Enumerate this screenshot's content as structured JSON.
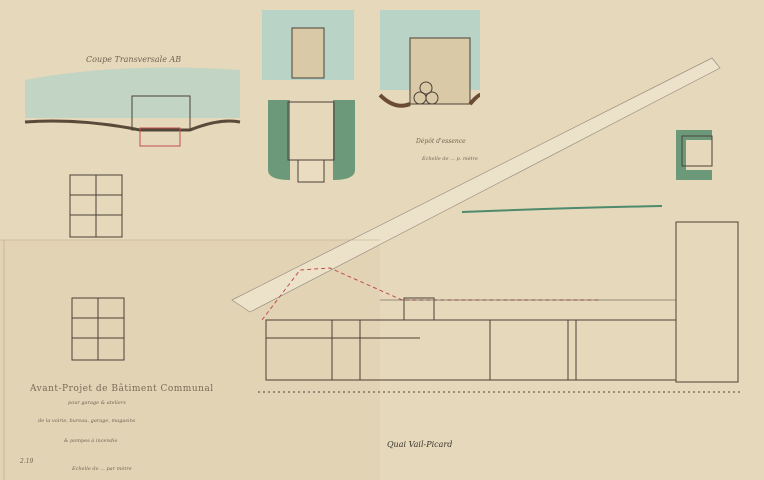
{
  "title_block": {
    "title": "Avant-Projet de Bâtiment Communal",
    "line1": "pour garage & ateliers",
    "line2": "de la voirie, bureau, garage, magasins",
    "line3": "& pompes à incendie",
    "scale": "Echelle de ... par mètre",
    "ref": "2.19"
  },
  "labels": {
    "section": "Coupe Transversale AB",
    "depot": "Dépôt d'essence",
    "depot_scale": "Echelle de ... p. mètre",
    "quay": "Quai Vail-Picard"
  },
  "colors": {
    "paper": "#e4d6b8",
    "water": "#b9d3c6",
    "ink": "#4a4238",
    "red": "#c0504d",
    "green": "#4f8a6c"
  }
}
